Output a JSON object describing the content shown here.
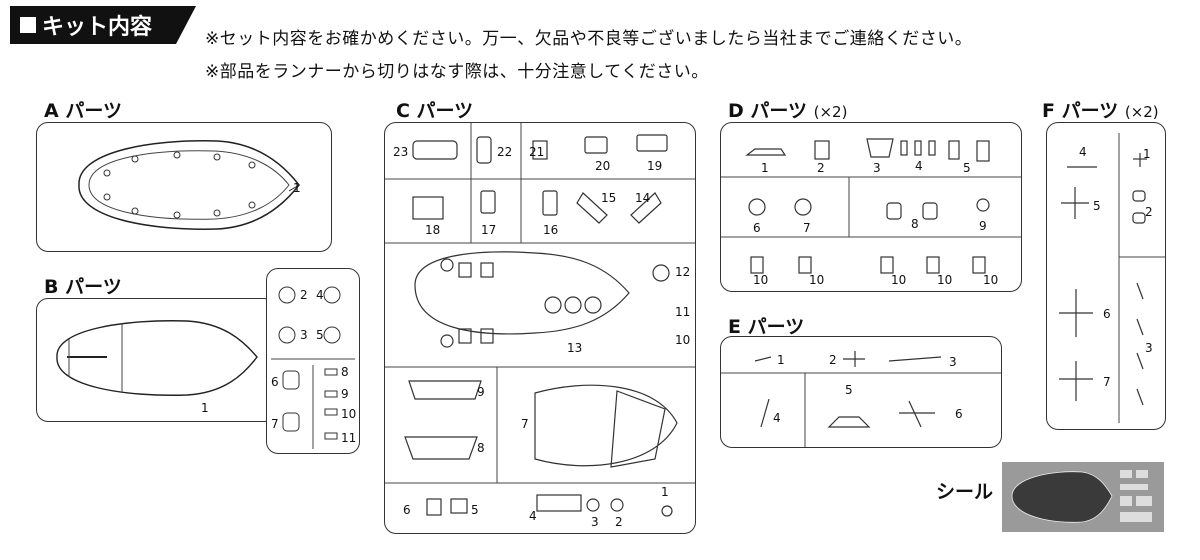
{
  "header": {
    "title": "キット内容",
    "note1": "※セット内容をお確かめください。万一、欠品や不良等ございましたら当社までご連絡ください。",
    "note2": "※部品をランナーから切りはなす際は、十分注意してください。"
  },
  "sections": {
    "a": {
      "label": "A パーツ",
      "parts": [
        "1"
      ]
    },
    "b": {
      "label": "B パーツ",
      "parts": [
        "1",
        "2",
        "4",
        "3",
        "5",
        "6",
        "7",
        "8",
        "9",
        "10",
        "11"
      ]
    },
    "c": {
      "label": "C パーツ",
      "parts": [
        "23",
        "22",
        "21",
        "20",
        "19",
        "18",
        "17",
        "16",
        "15",
        "14",
        "12",
        "11",
        "10",
        "13",
        "9",
        "8",
        "7",
        "1",
        "6",
        "5",
        "4",
        "3",
        "2"
      ]
    },
    "d": {
      "label": "D パーツ",
      "qty": "(×2)",
      "parts": [
        "1",
        "2",
        "3",
        "4",
        "5",
        "6",
        "7",
        "8",
        "9",
        "10",
        "10",
        "10",
        "10",
        "10"
      ]
    },
    "e": {
      "label": "E パーツ",
      "parts": [
        "1",
        "2",
        "3",
        "4",
        "5",
        "6"
      ]
    },
    "f": {
      "label": "F パーツ",
      "qty": "(×2)",
      "parts": [
        "4",
        "1",
        "5",
        "2",
        "6",
        "3",
        "7"
      ]
    }
  },
  "sticker": {
    "label": "シール"
  }
}
